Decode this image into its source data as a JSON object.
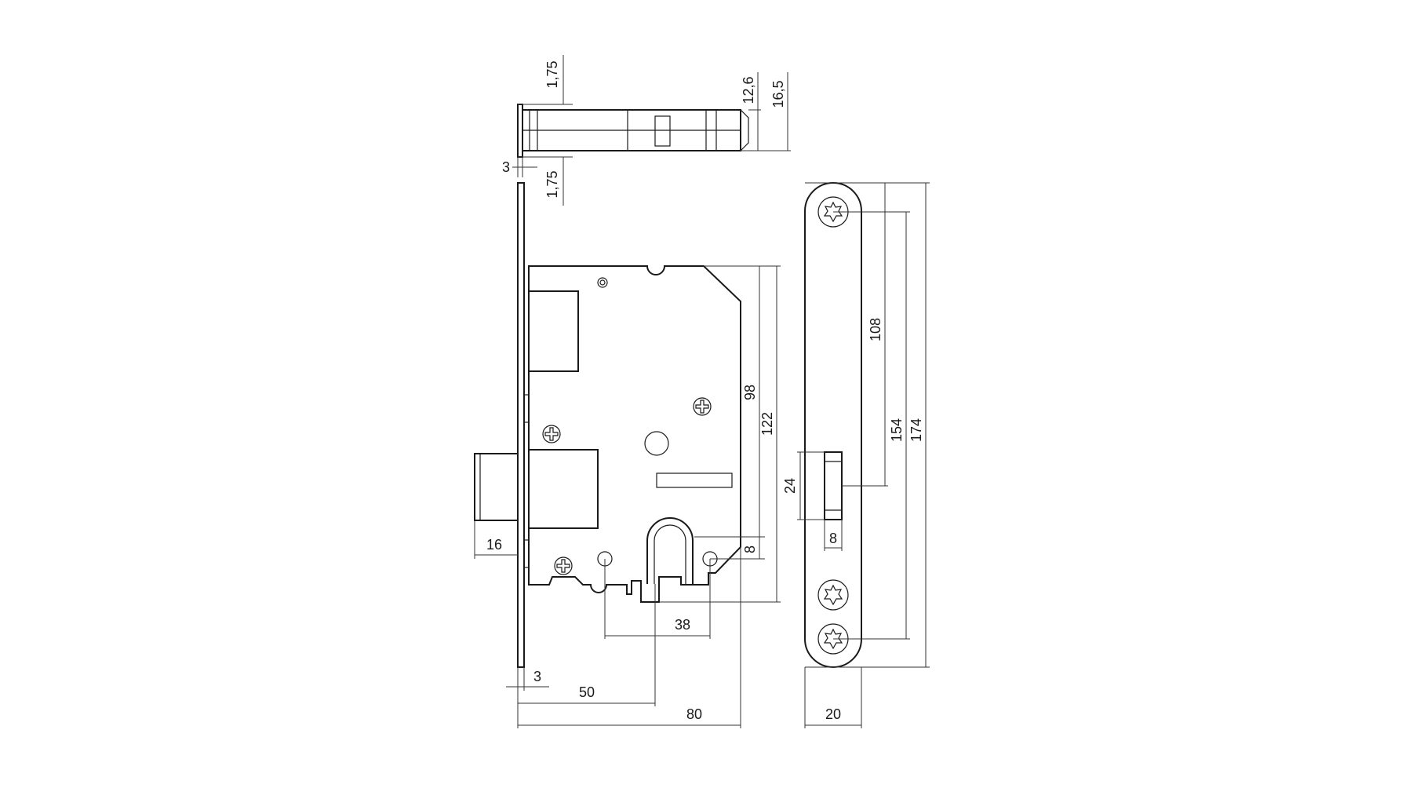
{
  "dimensions": {
    "top_view": {
      "plate_offset_top": "1,75",
      "plate_offset_bottom": "1,75",
      "plate_thickness": "3",
      "case_depth": "12,6",
      "total_depth": "16,5"
    },
    "case": {
      "height_98": "98",
      "height_122": "122",
      "latch_projection": "16",
      "cylinder_offset": "8",
      "center_distance": "38",
      "plate_thickness_bottom": "3",
      "backset": "50",
      "case_width": "80"
    },
    "strike_plate": {
      "screw_spacing": "108",
      "hole_distance": "154",
      "plate_height": "174",
      "opening_height": "24",
      "opening_width": "8",
      "plate_width": "20"
    }
  }
}
